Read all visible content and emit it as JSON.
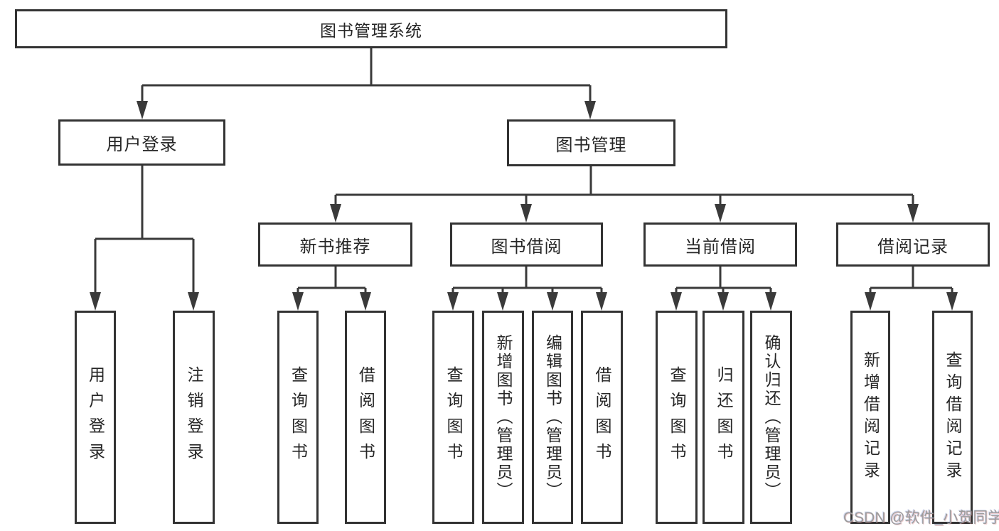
{
  "diagram": {
    "type": "hierarchy-tree",
    "root": {
      "label": "图书管理系统"
    },
    "level2": [
      {
        "label": "用户登录"
      },
      {
        "label": "图书管理"
      }
    ],
    "level3": [
      {
        "label": "新书推荐",
        "parent": "图书管理"
      },
      {
        "label": "图书借阅",
        "parent": "图书管理"
      },
      {
        "label": "当前借阅",
        "parent": "图书管理"
      },
      {
        "label": "借阅记录",
        "parent": "图书管理"
      }
    ],
    "leaves": [
      {
        "label": "用户登录",
        "parent": "用户登录"
      },
      {
        "label": "注销登录",
        "parent": "用户登录"
      },
      {
        "label": "查询图书",
        "parent": "新书推荐"
      },
      {
        "label": "借阅图书",
        "parent": "新书推荐"
      },
      {
        "label": "查询图书",
        "parent": "图书借阅"
      },
      {
        "label": "新增图书（管理员）",
        "parent": "图书借阅"
      },
      {
        "label": "编辑图书（管理员）",
        "parent": "图书借阅"
      },
      {
        "label": "借阅图书",
        "parent": "图书借阅"
      },
      {
        "label": "查询图书",
        "parent": "当前借阅"
      },
      {
        "label": "归还图书",
        "parent": "当前借阅"
      },
      {
        "label": "确认归还（管理员）",
        "parent": "当前借阅"
      },
      {
        "label": "新增借阅记录",
        "parent": "借阅记录"
      },
      {
        "label": "查询借阅记录",
        "parent": "借阅记录"
      }
    ]
  },
  "watermark": {
    "text": "CSDN @软件_小贺同学"
  },
  "colors": {
    "background": "#ffffff",
    "line": "#3a3a3a",
    "box_border": "#333333",
    "box_fill": "#ffffff",
    "text": "#262626",
    "watermark_text": "#9c9c9c"
  }
}
